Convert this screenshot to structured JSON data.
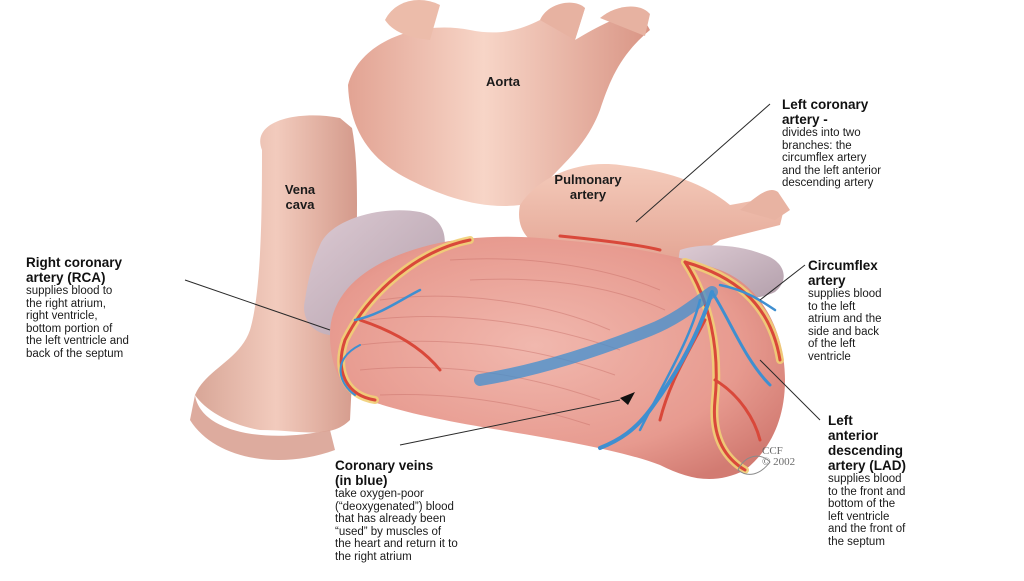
{
  "structures": {
    "aorta": "Aorta",
    "vena_cava_1": "Vena",
    "vena_cava_2": "cava",
    "pulmonary_1": "Pulmonary",
    "pulmonary_2": "artery"
  },
  "callouts": {
    "lca": {
      "title_lines": [
        "Left coronary",
        "artery -"
      ],
      "desc_lines": [
        "divides into two",
        "branches: the",
        "circumflex artery",
        "and the left anterior",
        "descending artery"
      ]
    },
    "rca": {
      "title_lines": [
        "Right coronary",
        "artery (RCA)"
      ],
      "desc_lines": [
        "supplies blood to",
        "the right atrium,",
        "right ventricle,",
        "bottom portion of",
        "the left ventricle and",
        "back of the septum"
      ]
    },
    "circumflex": {
      "title_lines": [
        "Circumflex",
        "artery"
      ],
      "desc_lines": [
        "supplies blood",
        "to the left",
        "atrium and the",
        "side and back",
        "of the left",
        "ventricle"
      ]
    },
    "lad": {
      "title_lines": [
        "Left",
        "anterior",
        "descending",
        "artery (LAD)"
      ],
      "desc_lines": [
        "supplies blood",
        "to the front and",
        "bottom of the",
        "left ventricle",
        "and the front of",
        "the septum"
      ]
    },
    "veins": {
      "title_lines": [
        "Coronary veins",
        "(in blue)"
      ],
      "desc_lines": [
        "take oxygen-poor",
        "(“deoxygenated”) blood",
        "that has already been",
        "“used” by muscles of",
        "the heart and return it to",
        "the right atrium"
      ]
    }
  },
  "credit": {
    "line1": "CCF",
    "line2": "© 2002"
  },
  "colors": {
    "heart_muscle": "#e9a59c",
    "vessel_wall": "#f2c2b3",
    "vena_cava": "#c9b4bd",
    "coronary_artery": "#d9483a",
    "artery_fat": "#f3d27a",
    "coronary_vein": "#3f8fd0"
  }
}
